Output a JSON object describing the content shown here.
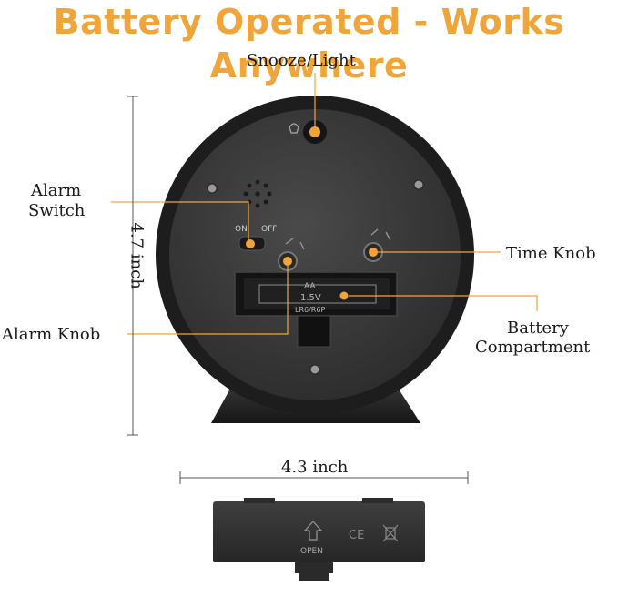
{
  "title": "Battery Operated - Works Anywhere",
  "accent_color": "#f0a53b",
  "labels": {
    "snooze": "Snooze/Light",
    "alarm_switch_1": "Alarm",
    "alarm_switch_2": "Switch",
    "time_knob": "Time Knob",
    "alarm_knob": "Alarm Knob",
    "battery_1": "Battery",
    "battery_2": "Compartment"
  },
  "dimensions": {
    "height": "4.7 inch",
    "width": "4.3 inch"
  },
  "device_markings": {
    "on": "ON",
    "off": "OFF",
    "battery_type": "AA",
    "voltage": "1.5V",
    "battery_code": "LR6/R6P",
    "open": "OPEN",
    "ce": "CE"
  }
}
